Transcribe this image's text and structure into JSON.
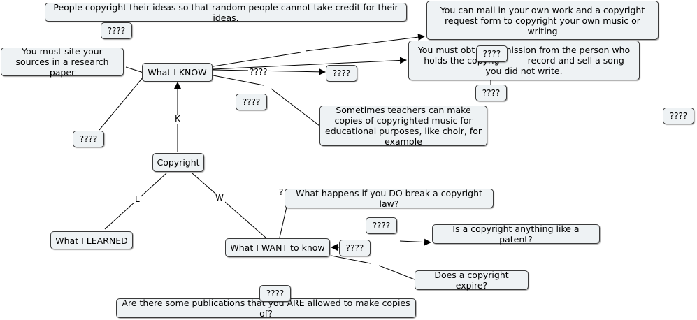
{
  "colors": {
    "node_fill": "#eef2f4",
    "node_border": "#3a3a3a",
    "line": "#000000"
  },
  "nodes": {
    "copyright": "Copyright",
    "know": "What I KNOW",
    "learned": "What I LEARNED",
    "want": "What I WANT to know",
    "ideas": "People copyright their ideas so that random people cannot take credit for their ideas.",
    "mail": "You can mail in your own work and a copyright request form to copyright your own music or writing",
    "permission_a": "You must obt",
    "permission_b": "mission from the person who holds the copyrig",
    "permission_c": "record and sell a song you did not write.",
    "sources": "You must site your sources in a research paper",
    "teachers": "Sometimes teachers can make copies of copyrighted music for educational purposes, like choir, for example",
    "break_law": "What happens if you DO break a copyright law?",
    "patent": "Is a copyright anything like a patent?",
    "expire": "Does a copyright expire?",
    "publications": "Are there some publications that you ARE allowed to make copies of?",
    "unknown": "????"
  },
  "link_labels": {
    "k": "K",
    "l": "L",
    "w": "W",
    "know_mid": "????",
    "break_q": "?"
  }
}
